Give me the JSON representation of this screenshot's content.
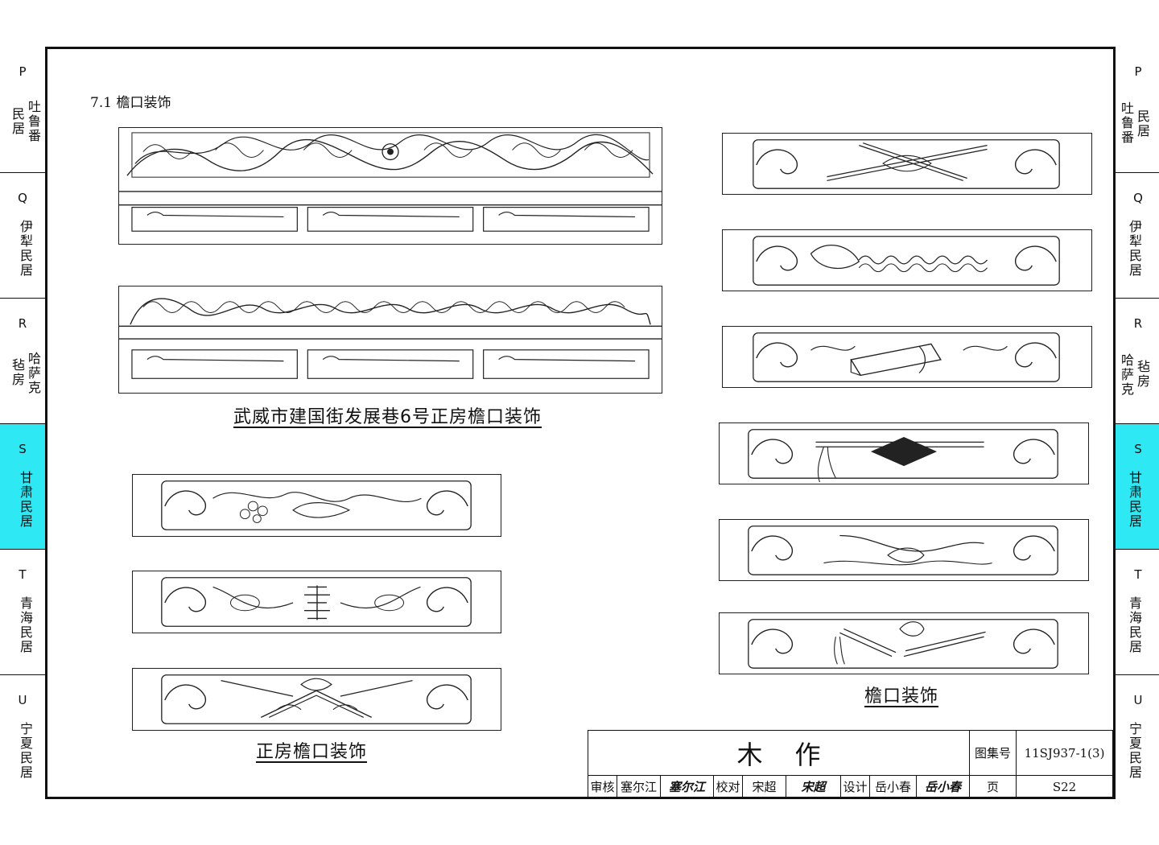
{
  "section_title": "7.1 檐口装饰",
  "side_tabs": [
    {
      "code": "P",
      "col_a": "民居",
      "col_b": "吐鲁番"
    },
    {
      "code": "Q",
      "col_a": "伊犁民居",
      "col_b": ""
    },
    {
      "code": "R",
      "col_a": "毡房",
      "col_b": "哈萨克"
    },
    {
      "code": "S",
      "col_a": "甘肃民居",
      "col_b": ""
    },
    {
      "code": "T",
      "col_a": "青海民居",
      "col_b": ""
    },
    {
      "code": "U",
      "col_a": "宁夏民居",
      "col_b": ""
    }
  ],
  "active_tab": "S",
  "captions": {
    "wuwei": "武威市建国街发展巷6号正房檐口装饰",
    "main_house": "正房檐口装饰",
    "eave": "檐口装饰"
  },
  "title_block": {
    "title": "木作",
    "atlas_label": "图集号",
    "atlas_no": "11SJ937-1(3)",
    "review_label": "审核",
    "reviewer": "塞尔江",
    "reviewer_sig": "塞尔江",
    "check_label": "校对",
    "checker": "宋超",
    "checker_sig": "宋超",
    "design_label": "设计",
    "designer": "岳小春",
    "designer_sig": "岳小春",
    "page_label": "页",
    "page_no": "S22"
  },
  "colors": {
    "active_tab": "#2ee8f3",
    "line": "#111111"
  }
}
